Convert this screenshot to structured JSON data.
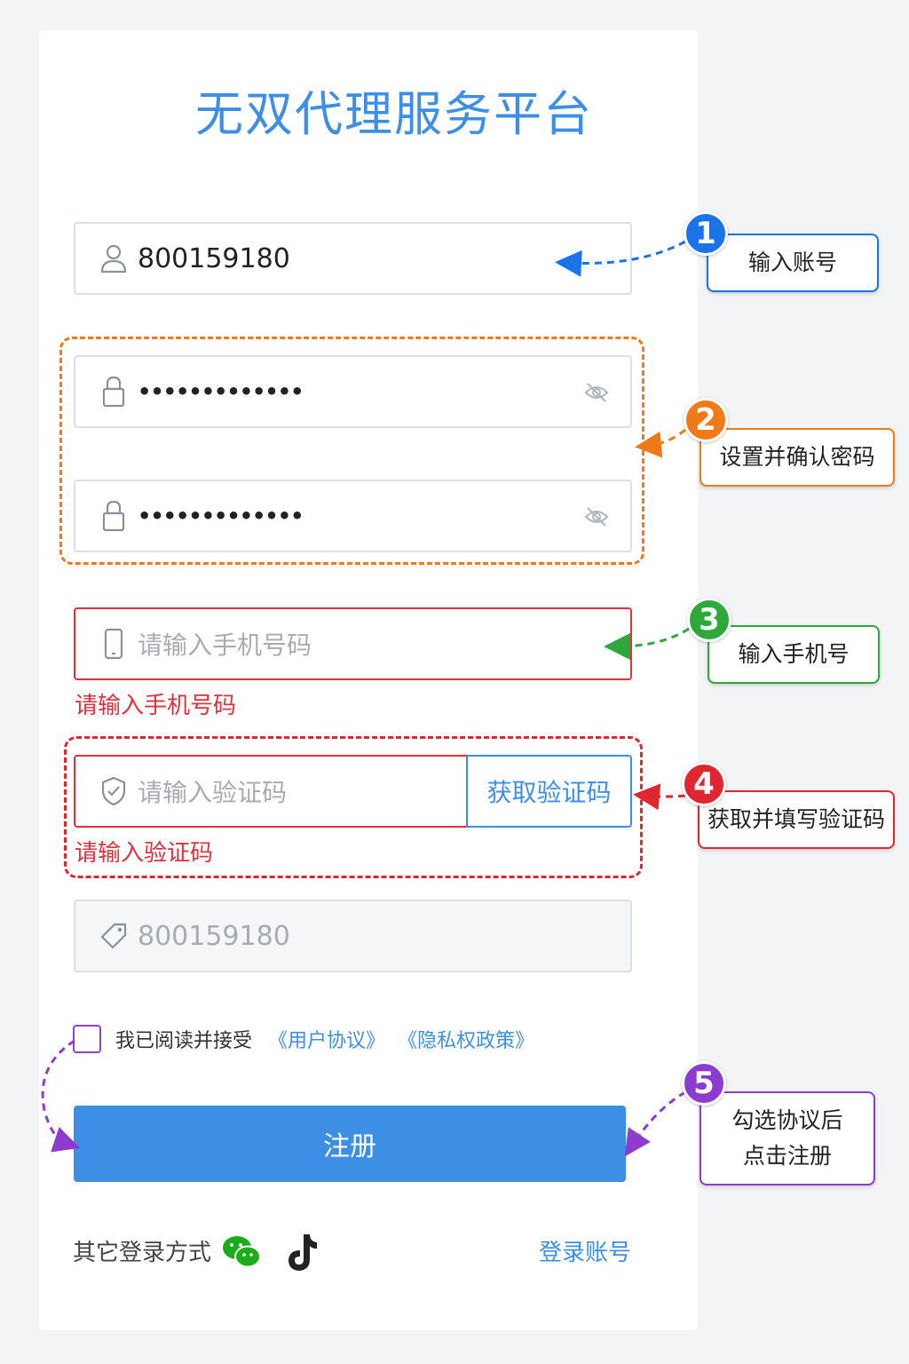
{
  "title": "无双代理服务平台",
  "account": {
    "value": "800159180"
  },
  "password": {
    "masked": "•••••••••••••"
  },
  "confirm_password": {
    "masked": "•••••••••••••"
  },
  "phone": {
    "placeholder": "请输入手机号码",
    "error": "请输入手机号码"
  },
  "code": {
    "placeholder": "请输入验证码",
    "button": "获取验证码",
    "error": "请输入验证码"
  },
  "invite": {
    "value": "800159180"
  },
  "agreement": {
    "text": "我已阅读并接受",
    "user_agreement": "《用户协议》",
    "privacy_policy": "《隐私权政策》"
  },
  "register_button": "注册",
  "other_login": "其它登录方式",
  "login_link": "登录账号",
  "annotations": [
    {
      "num": "1",
      "label": "输入账号",
      "color": "#1a73e8"
    },
    {
      "num": "2",
      "label": "设置并确认密码",
      "color": "#f07a1a"
    },
    {
      "num": "3",
      "label": "输入手机号",
      "color": "#2ea83a"
    },
    {
      "num": "4",
      "label": "获取并填写验证码",
      "color": "#e0262f"
    },
    {
      "num": "5",
      "label_line1": "勾选协议后",
      "label_line2": "点击注册",
      "color": "#8e3ccf"
    }
  ],
  "colors": {
    "primary": "#3d8fe6",
    "error": "#e0323e"
  }
}
